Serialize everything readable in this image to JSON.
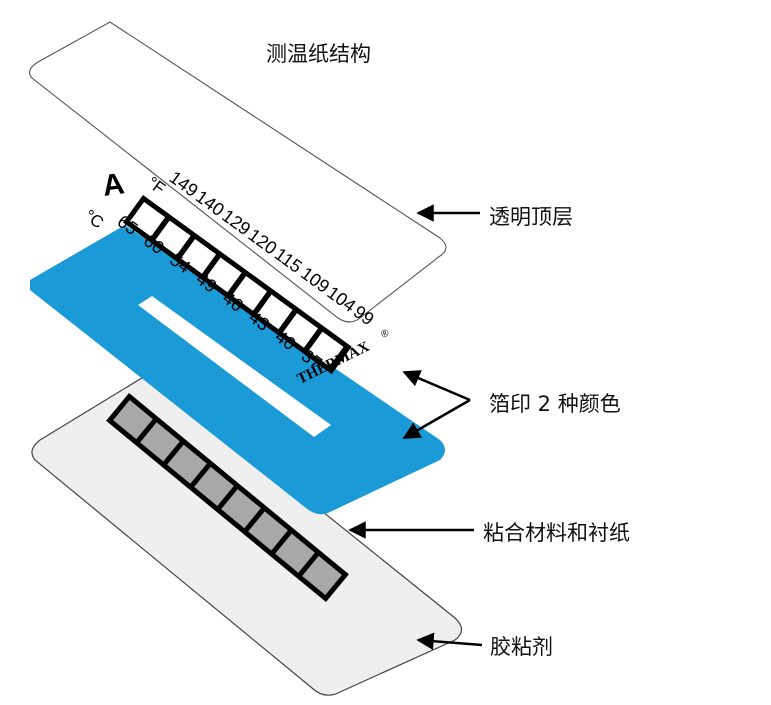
{
  "title": "测温纸结构",
  "callouts": {
    "top_layer": "透明顶层",
    "print_colors": "箔印 2 种颜色",
    "adhesive_backing": "粘合材料和衬纸",
    "glue": "胶粘剂"
  },
  "thermometer": {
    "unit_letter": "A",
    "celsius_symbol": "°C",
    "fahrenheit_symbol": "°F",
    "celsius_values": [
      "65",
      "60",
      "54",
      "49",
      "46",
      "43",
      "40",
      "37"
    ],
    "fahrenheit_values": [
      "149",
      "140",
      "129",
      "120",
      "115",
      "109",
      "104",
      "99"
    ],
    "brand": "THERMAX",
    "registered_mark": "®"
  },
  "colors": {
    "blue_layer": "#1a9ad6",
    "grey_cells": "#a8a8a8",
    "base_layer": "#efefef",
    "outline": "#555555"
  }
}
